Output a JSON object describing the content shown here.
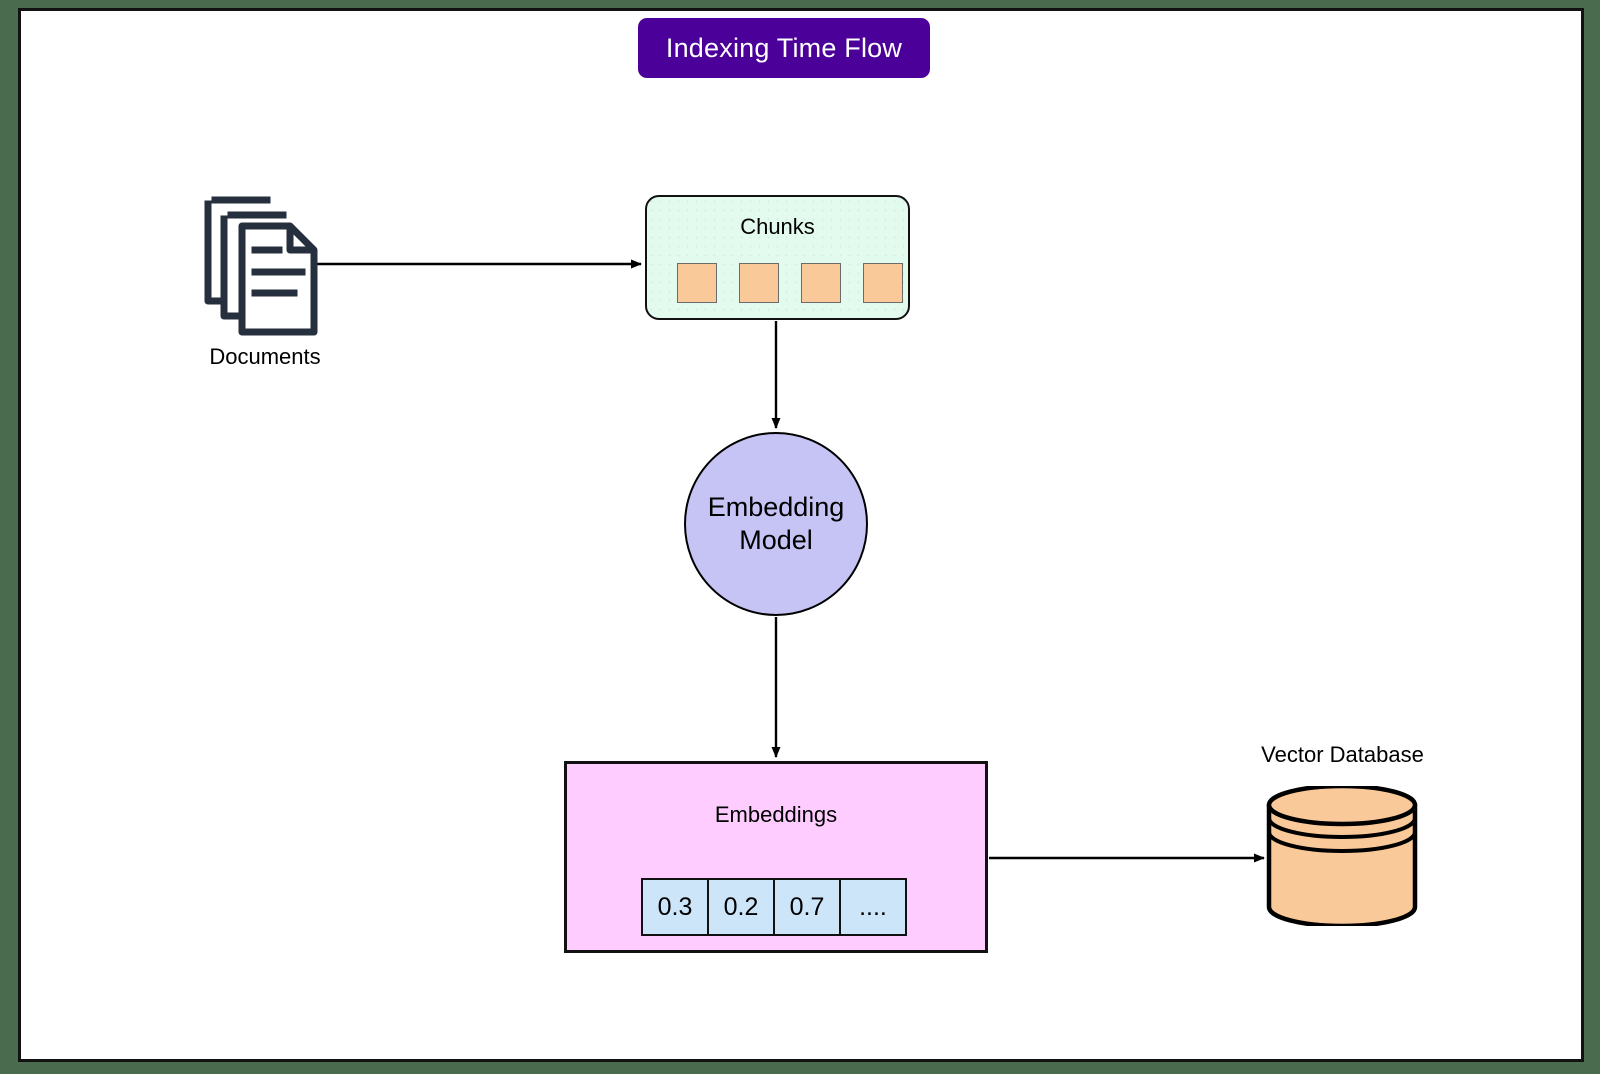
{
  "diagram": {
    "title": "Indexing Time Flow",
    "title_bg": "#4b0099",
    "title_color": "#ffffff",
    "canvas_bg": "#ffffff",
    "outer_bg": "#4a6b4d",
    "border_color": "#121212"
  },
  "nodes": {
    "documents": {
      "label": "Documents",
      "icon": "documents-stack-icon",
      "stroke": "#262f3d"
    },
    "chunks": {
      "title": "Chunks",
      "fill": "#e3fbee",
      "stroke": "#111111",
      "chunk_fill": "#fac999",
      "chunk_count": 4,
      "chunks": [
        "chunk-1",
        "chunk-2",
        "chunk-3",
        "chunk-4"
      ]
    },
    "embedding_model": {
      "line1": "Embedding",
      "line2": "Model",
      "fill": "#c6c3f5",
      "stroke": "#000000"
    },
    "embeddings": {
      "title": "Embeddings",
      "fill": "#ffccff",
      "stroke": "#111111",
      "cell_fill": "#cce5f9",
      "values": [
        "0.3",
        "0.2",
        "0.7",
        "...."
      ]
    },
    "vector_database": {
      "label": "Vector Database",
      "icon": "database-cylinder-icon",
      "fill": "#fac999",
      "stroke": "#000000"
    }
  },
  "edges": [
    {
      "name": "documents-to-chunks",
      "from": "documents",
      "to": "chunks",
      "direction": "right"
    },
    {
      "name": "chunks-to-embedding-model",
      "from": "chunks",
      "to": "embedding_model",
      "direction": "down"
    },
    {
      "name": "embedding-model-to-embeddings",
      "from": "embedding_model",
      "to": "embeddings",
      "direction": "down"
    },
    {
      "name": "embeddings-to-vector-database",
      "from": "embeddings",
      "to": "vector_database",
      "direction": "right"
    }
  ]
}
